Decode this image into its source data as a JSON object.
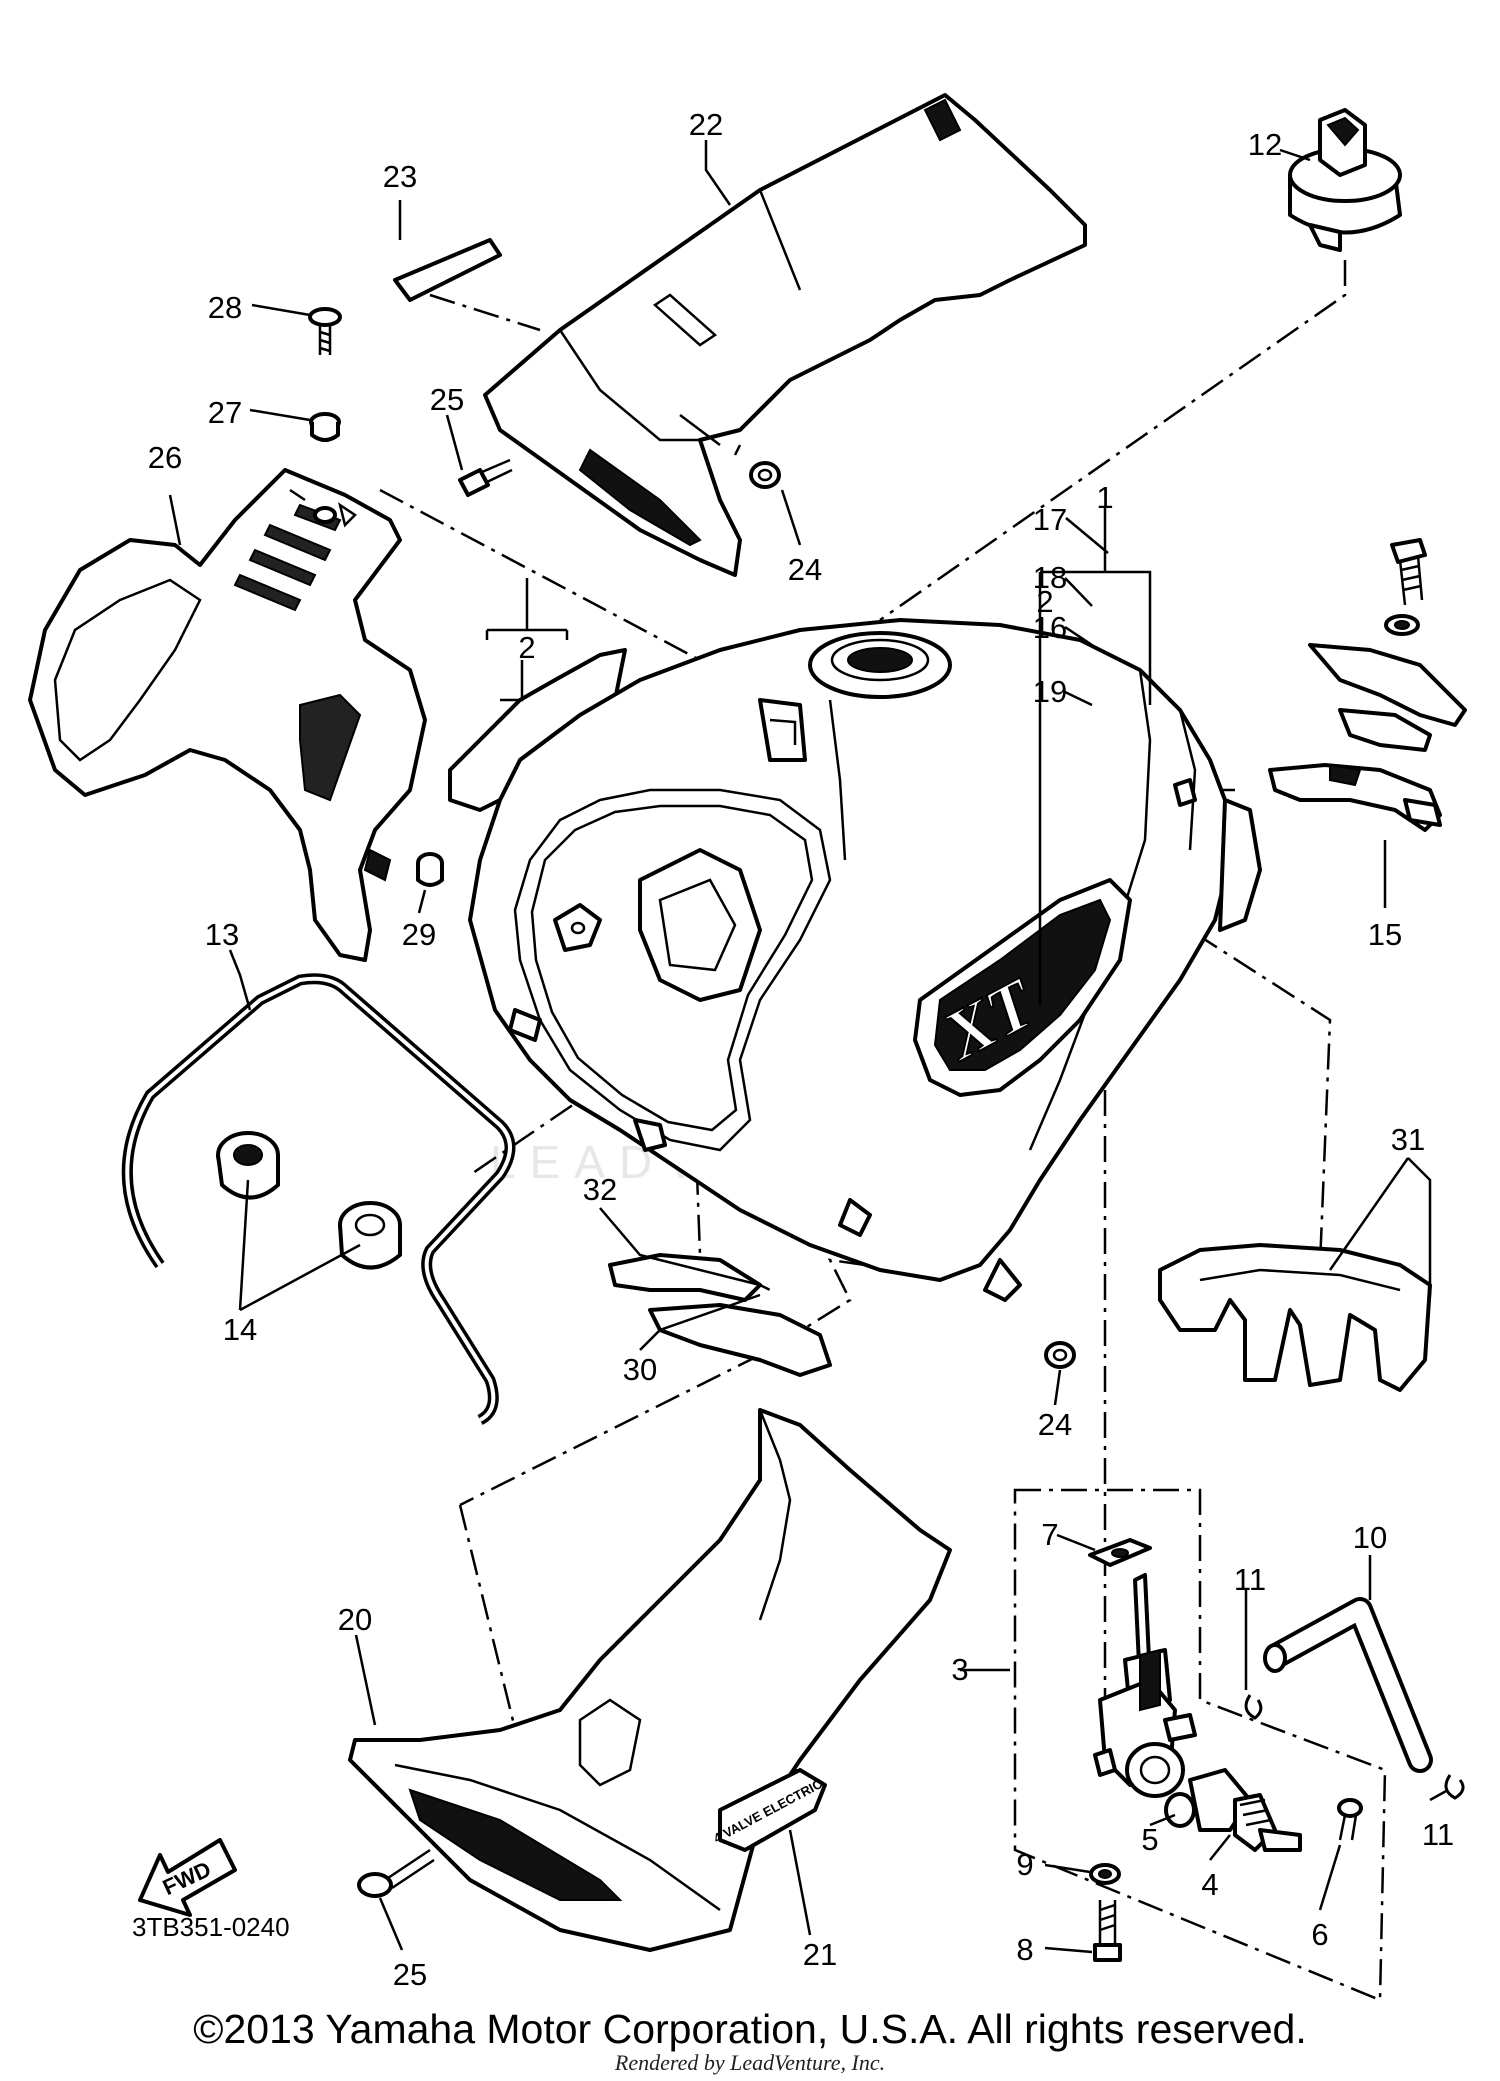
{
  "diagram": {
    "code": "3TB351-0240",
    "watermark": "LEADVENTURE",
    "fwd_label": "FWD",
    "decal_text": "XT",
    "emblem_text": "4 VALVE ELECTRIC",
    "callouts": [
      "1",
      "2",
      "2",
      "3",
      "4",
      "5",
      "6",
      "7",
      "8",
      "9",
      "10",
      "11",
      "11",
      "12",
      "13",
      "14",
      "15",
      "16",
      "17",
      "18",
      "19",
      "20",
      "21",
      "22",
      "23",
      "24",
      "24",
      "25",
      "25",
      "26",
      "27",
      "28",
      "29",
      "30",
      "31",
      "32"
    ]
  },
  "footer": {
    "copyright": "©2013 Yamaha Motor Corporation, U.S.A. All rights reserved.",
    "rendered_by": "Rendered by LeadVenture, Inc."
  }
}
